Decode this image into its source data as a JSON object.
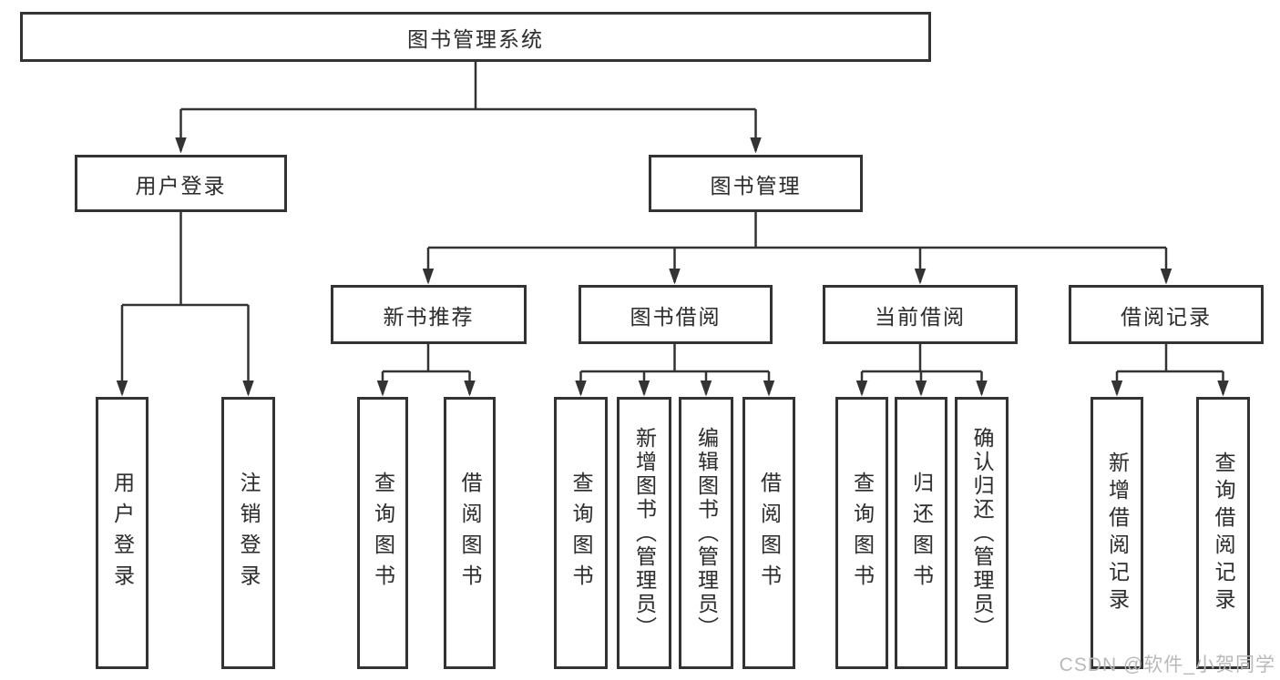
{
  "diagram": {
    "type": "hierarchy-tree",
    "orientation": "top-down",
    "colors": {
      "line": "#333333",
      "box_border": "#333333",
      "text": "#2e2e2e",
      "background": "#ffffff",
      "watermark": "#b9b9b9"
    }
  },
  "tree": {
    "label": "图书管理系统",
    "children": [
      {
        "label": "用户登录",
        "children": [
          {
            "label": "用户登录"
          },
          {
            "label": "注销登录"
          }
        ]
      },
      {
        "label": "图书管理",
        "children": [
          {
            "label": "新书推荐",
            "children": [
              {
                "label": "查询图书"
              },
              {
                "label": "借阅图书"
              }
            ]
          },
          {
            "label": "图书借阅",
            "children": [
              {
                "label": "查询图书"
              },
              {
                "label": "新增图书（管理员）"
              },
              {
                "label": "编辑图书（管理员）"
              },
              {
                "label": "借阅图书"
              }
            ]
          },
          {
            "label": "当前借阅",
            "children": [
              {
                "label": "查询图书"
              },
              {
                "label": "归还图书"
              },
              {
                "label": "确认归还（管理员）"
              }
            ]
          },
          {
            "label": "借阅记录",
            "children": [
              {
                "label": "新增借阅记录"
              },
              {
                "label": "查询借阅记录"
              }
            ]
          }
        ]
      }
    ]
  },
  "watermark": {
    "text": "CSDN @软件_小贺同学"
  }
}
